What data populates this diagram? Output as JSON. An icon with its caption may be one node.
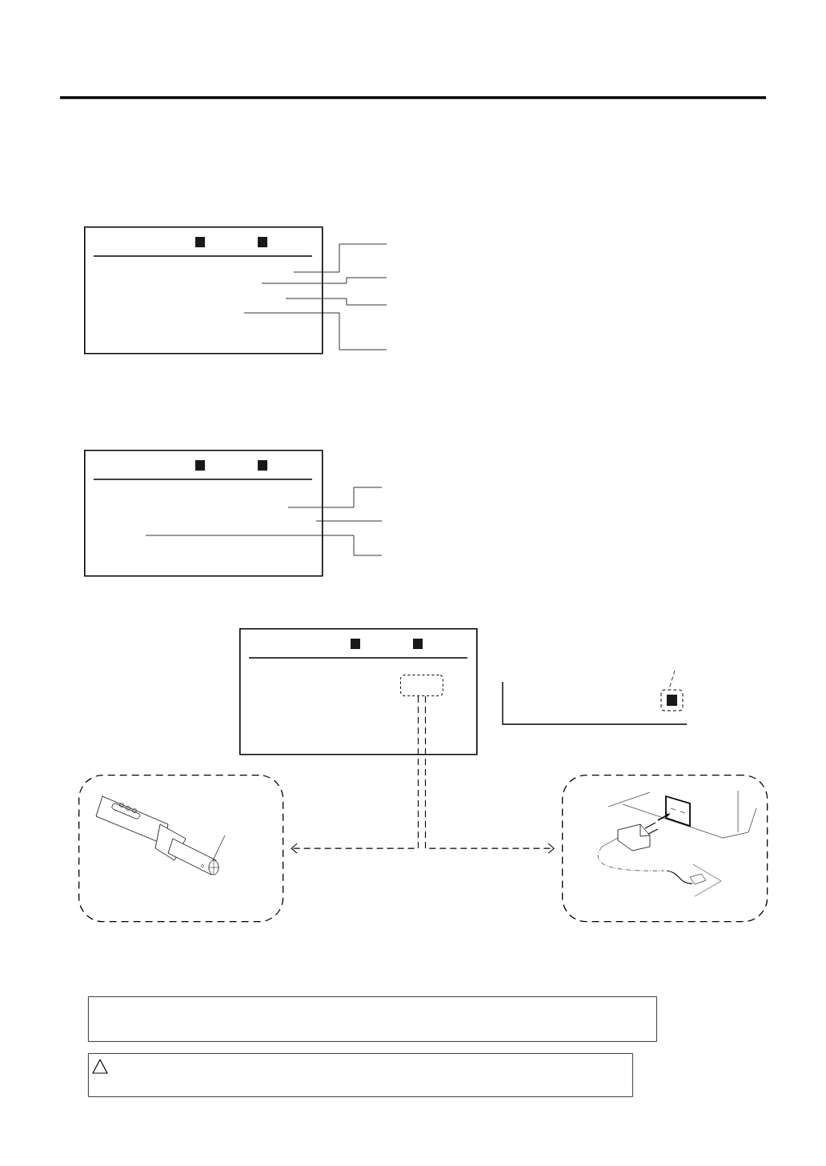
{
  "diagram": {
    "nodes": [
      {
        "text": [],
        "shape": "box"
      },
      {
        "text": [],
        "shape": "box"
      },
      {
        "text": [],
        "shape": "box"
      },
      {
        "text": [],
        "shape": "box",
        "in": 2
      },
      {
        "text": [],
        "shape": "box"
      },
      {
        "text": [],
        "shape": "box"
      },
      {
        "text": [],
        "shape": "box"
      },
      {
        "text": [],
        "shape": "box"
      }
    ],
    "edges": [
      {
        "from": 3,
        "to": 4,
        "arrow": "to",
        "style": "dashed"
      },
      {
        "from": 3,
        "to": 5,
        "arrow": "to",
        "style": "dashed"
      },
      {
        "from": null,
        "to": 0,
        "arrow": "none"
      },
      {
        "from": null,
        "to": 0,
        "arrow": "none"
      },
      {
        "from": null,
        "to": 0,
        "arrow": "none"
      },
      {
        "from": null,
        "to": 0,
        "arrow": "none"
      },
      {
        "from": null,
        "to": 1,
        "arrow": "none"
      },
      {
        "from": null,
        "to": 1,
        "arrow": "none"
      },
      {
        "from": null,
        "to": 1,
        "arrow": "none"
      }
    ]
  }
}
